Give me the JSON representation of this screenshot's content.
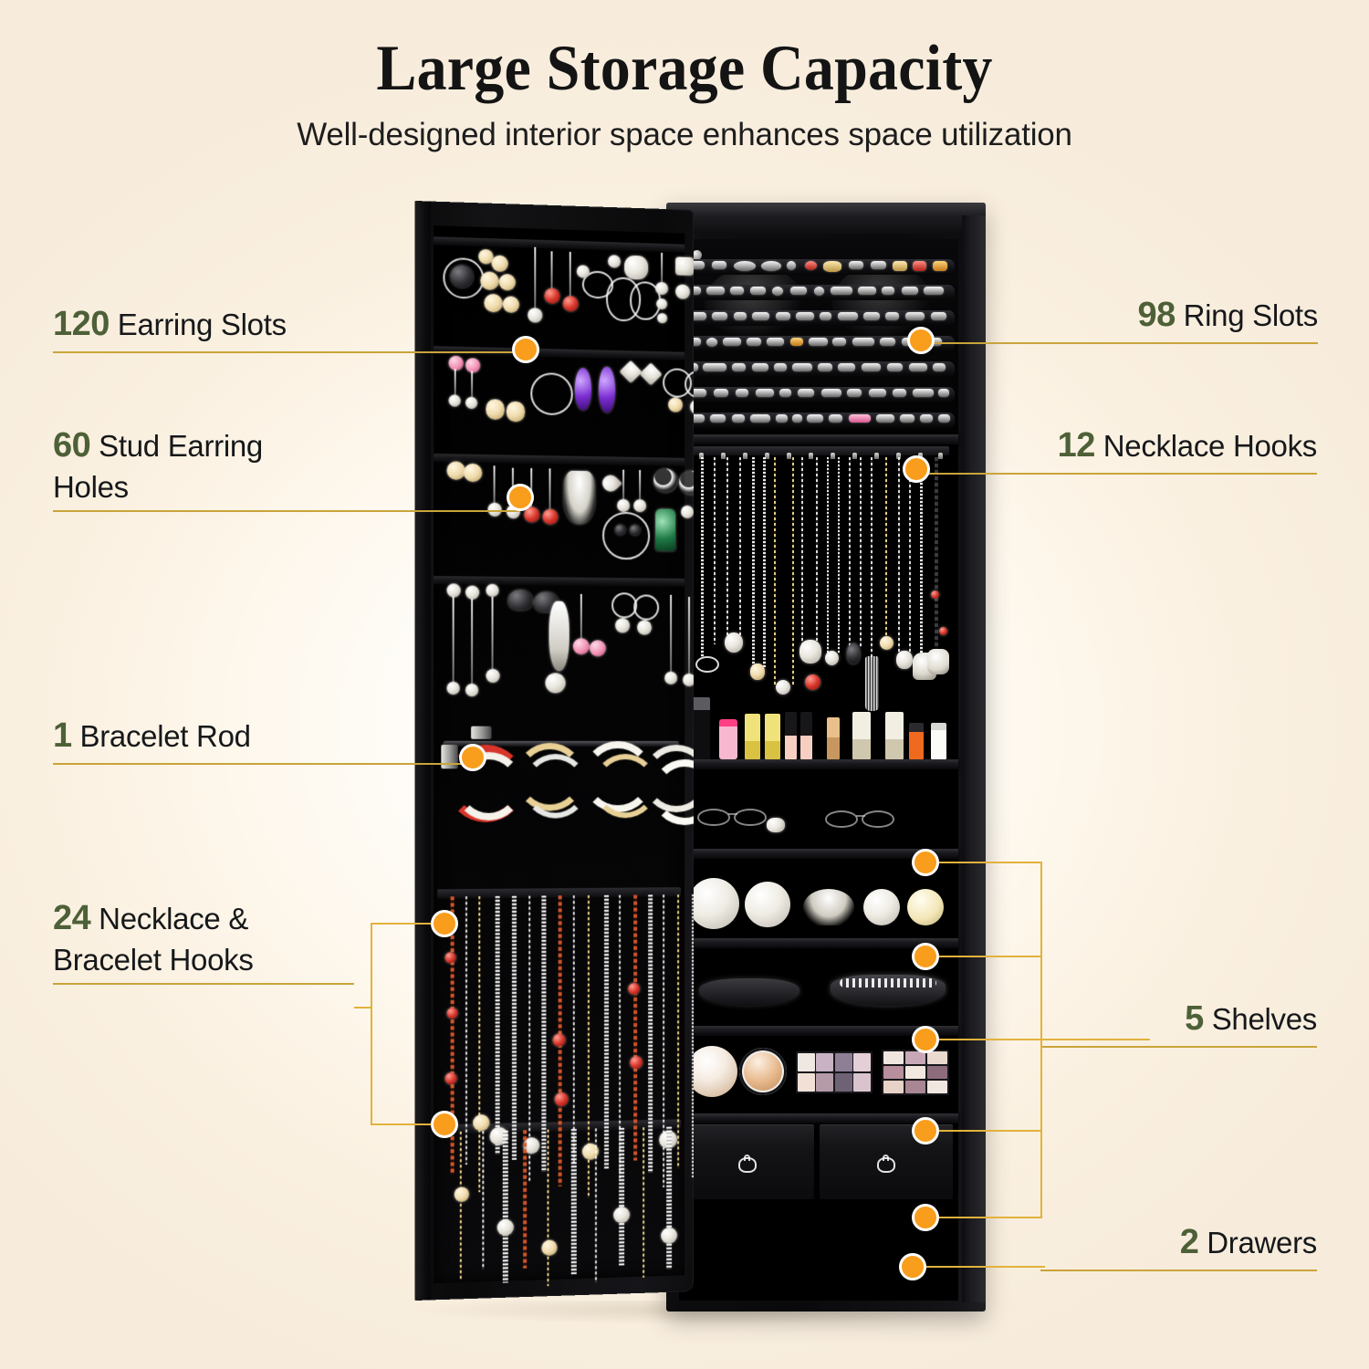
{
  "header": {
    "title": "Large Storage Capacity",
    "subtitle": "Well-designed interior space enhances space utilization"
  },
  "colors": {
    "background_cream": "#F8EEDF",
    "background_center": "#FFFFFF",
    "number_green": "#4D6037",
    "label_black": "#16181A",
    "rule_gold": "#C9A43A",
    "leader_gold": "#E2B23C",
    "dot_orange": "#F99D1C",
    "cabinet_black": "#0A0A0C"
  },
  "callouts": {
    "left": [
      {
        "id": "earring-slots",
        "number": "120",
        "label": "Earring Slots",
        "connector": "line"
      },
      {
        "id": "stud-earring-holes",
        "number": "60",
        "label": "Stud Earring Holes",
        "connector": "line"
      },
      {
        "id": "bracelet-rod",
        "number": "1",
        "label": "Bracelet Rod",
        "connector": "line"
      },
      {
        "id": "necklace-bracelet-hooks",
        "number": "24",
        "label": "Necklace & Bracelet Hooks",
        "connector": "bracket",
        "bracket_points": 2
      }
    ],
    "right": [
      {
        "id": "ring-slots",
        "number": "98",
        "label": "Ring Slots",
        "connector": "line"
      },
      {
        "id": "necklace-hooks",
        "number": "12",
        "label": "Necklace Hooks",
        "connector": "line"
      },
      {
        "id": "shelves",
        "number": "5",
        "label": "Shelves",
        "connector": "bracket",
        "bracket_points": 5
      },
      {
        "id": "drawers",
        "number": "2",
        "label": "Drawers",
        "connector": "line"
      }
    ]
  },
  "product": {
    "type": "mirrored jewelry cabinet armoire",
    "finish": "black",
    "door_sections": [
      "earring-bars",
      "stud-earring-holes",
      "bracelet-rod",
      "necklace-bracelet-hooks"
    ],
    "body_sections": [
      "ring-slot-panel",
      "necklace-hook-bar",
      "cosmetics-shelf",
      "eyewear-shelf",
      "compact-shelf",
      "sunglasses-shelf",
      "makeup-palette-shelf",
      "drawers"
    ]
  }
}
